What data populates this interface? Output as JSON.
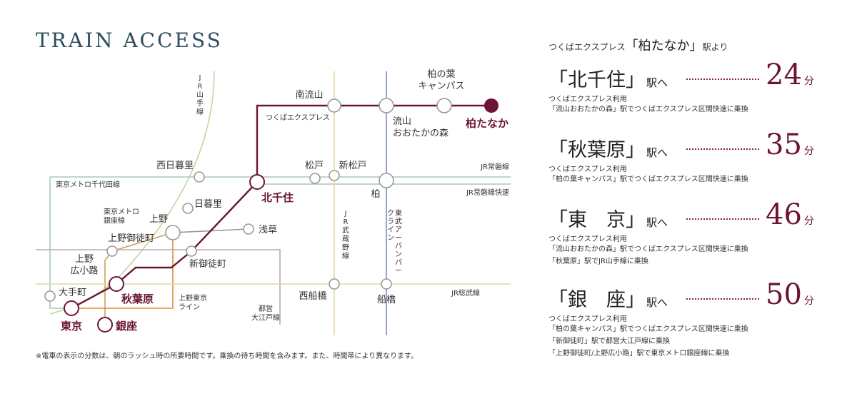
{
  "title": "TRAIN ACCESS",
  "note": "※電車の表示の分数は、朝のラッシュ時の所要時間です。乗換の待ち時間を含みます。また、時間帯により異なります。",
  "colors": {
    "brand": "#6b1436",
    "title": "#2c4d5c",
    "tx": "#6b1436"
  },
  "map": {
    "lines": {
      "jr_yamanote": "JR山手線",
      "tsukuba_express": "つくばエクスプレス",
      "jr_joban": "JR常磐線",
      "metro_chiyoda": "東京メトロ千代田線",
      "jr_joban_rapid": "JR常磐線快速",
      "metro_ginza": "東京メトロ\n銀座線",
      "ueno_tokyo_line": "上野東京\nライン",
      "jr_musashino": "JR武蔵野線",
      "tobu_urban_park": "東武アーバンパークライン",
      "toei_oedo": "都営\n大江戸線",
      "jr_sobu": "JR総武線"
    },
    "stations": {
      "minami_nagareyama": "南流山",
      "kashiwanoha_campus": "柏の葉\nキャンパス",
      "nagareyama_otakanomori": "流山\nおおたかの森",
      "kashiwa_tanaka": "柏たなか",
      "nishi_nippori": "西日暮里",
      "matsudo": "松戸",
      "shin_matsudo": "新松戸",
      "kita_senju": "北千住",
      "kashiwa": "柏",
      "nippori": "日暮里",
      "ueno": "上野",
      "asakusa": "浅草",
      "ueno_okachimachi": "上野御徒町",
      "ueno_hirokoji": "上野\n広小路",
      "shin_okachimachi": "新御徒町",
      "otemachi": "大手町",
      "akihabara": "秋葉原",
      "tokyo": "東京",
      "ginza": "銀座",
      "nishi_funabashi": "西船橋",
      "funabashi": "船橋"
    }
  },
  "access": {
    "intro_prefix": "つくばエクスプレス",
    "intro_station": "「柏たなか」",
    "intro_suffix": "駅より",
    "routes": [
      {
        "station": "「北千住」",
        "suffix": "駅へ",
        "minutes": "24",
        "unit": "分",
        "via": "つくばエクスプレス利用",
        "details": [
          "「流山おおたかの森」駅でつくばエクスプレス区間快速に乗換"
        ]
      },
      {
        "station": "「秋葉原」",
        "suffix": "駅へ",
        "minutes": "35",
        "unit": "分",
        "via": "つくばエクスプレス利用",
        "details": [
          "「柏の葉キャンパス」駅でつくばエクスプレス区間快速に乗換"
        ]
      },
      {
        "station": "「東　京」",
        "suffix": "駅へ",
        "minutes": "46",
        "unit": "分",
        "via": "つくばエクスプレス利用",
        "details": [
          "「流山おおたかの森」駅でつくばエクスプレス区間快速に乗換",
          "「秋葉原」駅でJR山手線に乗換"
        ]
      },
      {
        "station": "「銀　座」",
        "suffix": "駅へ",
        "minutes": "50",
        "unit": "分",
        "via": "つくばエクスプレス利用",
        "details": [
          "「柏の葉キャンパス」駅でつくばエクスプレス区間快速に乗換",
          "「新御徒町」駅で都営大江戸線に乗換",
          "「上野御徒町/上野広小路」駅で東京メトロ銀座線に乗換"
        ]
      }
    ]
  }
}
